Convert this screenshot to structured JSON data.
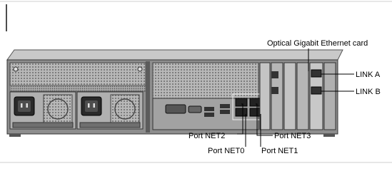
{
  "labels": {
    "optical_card": "Optical Gigabit Ethernet card",
    "link_a": "LINK A",
    "link_b": "LINK B",
    "net2": "Port NET2",
    "net3": "Port NET3",
    "net0": "Port NET0",
    "net1": "Port NET1"
  },
  "colors": {
    "chassis": "#9a9a9a",
    "chassis_dark": "#4a4a4a",
    "chassis_light": "#d0d0d0",
    "leader": "#000000"
  }
}
